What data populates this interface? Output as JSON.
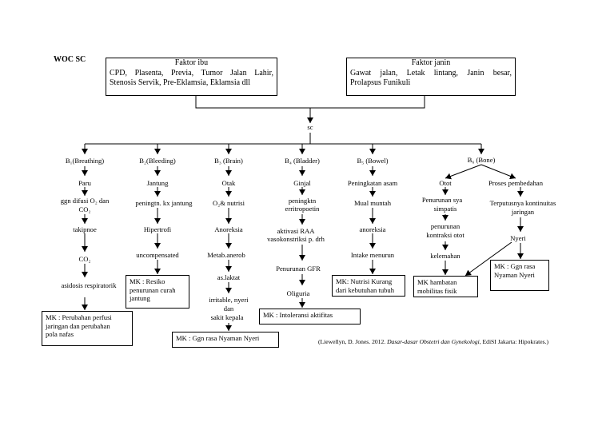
{
  "title": "WOC SC",
  "faktor_ibu": {
    "heading": "Faktor ibu",
    "lines": [
      "CPD, Plasenta, Previa, Tumor Jalan Lahir,",
      "Stenosis Servik, Pre-Eklamsia, Eklamsia dll"
    ]
  },
  "faktor_janin": {
    "heading": "Faktor janin",
    "lines": [
      "Gawat jalan, Letak lintang, Janin besar,",
      "Prolapsus Funikuli"
    ]
  },
  "center": "sc",
  "columns": {
    "b1": {
      "header": "B₁(Breathing)",
      "nodes": [
        "Paru",
        "ggn difusi O₂ dan",
        "CO₂",
        "takipnoe",
        "CO₂",
        "asidosis respiratorik"
      ],
      "mk": [
        "MK : Perubahan  perfusi",
        "jaringan dan perubahan",
        "pola nafas"
      ]
    },
    "b2": {
      "header": "B₂(Bleeding)",
      "nodes": [
        "Jantung",
        "peningtn. kx jantung",
        "Hipertrofi",
        "uncompensated"
      ],
      "mk": [
        "MK : Resiko",
        "penurunan curah",
        "jantung"
      ]
    },
    "b3": {
      "header": "B₃ (Brain)",
      "nodes": [
        "Otak",
        "O₂& nutrisi",
        "Anoreksia",
        "Metab.anerob",
        "as.laktat",
        "irritable, nyeri",
        "dan",
        "sakit kepala"
      ],
      "mk": [
        "MK : Ggn rasa  Nyaman Nyeri"
      ]
    },
    "b4": {
      "header": "B₄ (Bladder)",
      "nodes": [
        "Ginjal",
        "peningktn",
        "erritropoetin",
        "aktivasi RAA",
        "vasokonstriksi p. drh",
        "Penurunan GFR",
        "Oliguria"
      ],
      "mk": [
        "MK : Intoleransi aktifitas"
      ]
    },
    "b5": {
      "header": "B₅ (Bowel)",
      "nodes": [
        "Peningkatan asam",
        "Mual muntah",
        "anoreksia",
        "Intake menurun"
      ],
      "mk": [
        "MK: Nutrisi Kurang",
        "dari kebutuhan tubuh"
      ]
    },
    "b6": {
      "header": "B₆ (Bone)",
      "left_nodes": [
        "Otot",
        "Penurunan sya",
        "simpatis",
        "penurunan",
        "kontraksi otot",
        "kelemahan"
      ],
      "right_nodes": [
        "Proses pembedahan",
        "Terputusnya kontinuitas",
        "jaringan",
        "Nyeri"
      ],
      "mk_left": [
        "MK hambatan",
        "mobilitas fisik"
      ],
      "mk_right": [
        "MK : Ggn rasa",
        "Nyaman Nyeri"
      ]
    }
  },
  "citation": {
    "pre": "(Liewellyn, D. Jones. 2012. ",
    "italic": "Dasar-dasar Obstetri dan Gynekologi",
    "post": ", EdiSI Jakarta: Hipokrates.)"
  }
}
